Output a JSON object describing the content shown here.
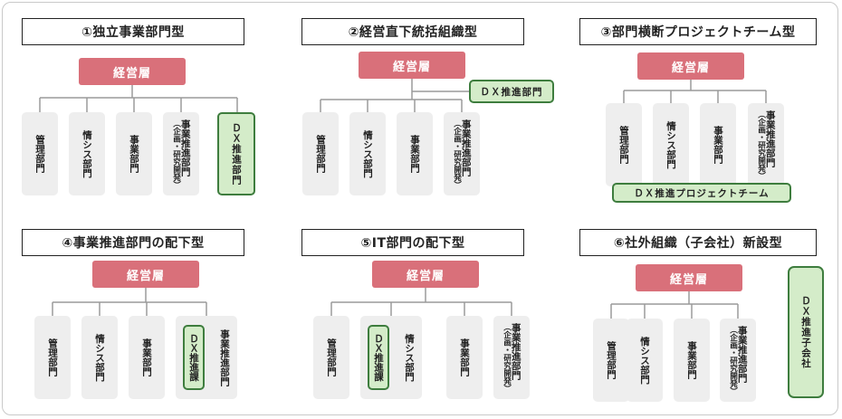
{
  "panels": [
    {
      "title": "①独立事業部門型",
      "mgmt": "経営層",
      "depts": [
        "管理部門",
        "情シス部門",
        "事業部門"
      ],
      "promo": {
        "main": "事業推進部門",
        "sub": "（企画・研究開発）"
      },
      "dx": "ＤＸ推進部門"
    },
    {
      "title": "②経営直下統括組織型",
      "mgmt": "経営層",
      "depts": [
        "管理部門",
        "情シス部門",
        "事業部門"
      ],
      "promo": {
        "main": "事業推進部門",
        "sub": "（企画・研究開発）"
      },
      "dx": "ＤＸ推進部門"
    },
    {
      "title": "③部門横断プロジェクトチーム型",
      "mgmt": "経営層",
      "depts": [
        "管理部門",
        "情シス部門",
        "事業部門"
      ],
      "promo": {
        "main": "事業推進部門",
        "sub": "（企画・研究開発）"
      },
      "dx": "ＤＸ推進プロジェクトチーム"
    },
    {
      "title": "④事業推進部門の配下型",
      "mgmt": "経営層",
      "depts": [
        "管理部門",
        "情シス部門",
        "事業部門"
      ],
      "promo": {
        "main": "事業推進部門"
      },
      "dx": "ＤＸ推進課"
    },
    {
      "title": "⑤IT部門の配下型",
      "mgmt": "経営層",
      "depts": [
        "管理部門",
        "情シス部門",
        "事業部門"
      ],
      "promo": {
        "main": "事業推進部門",
        "sub": "（企画・研究開発）"
      },
      "dx": "ＤＸ推進課"
    },
    {
      "title": "⑥社外組織（子会社）新設型",
      "mgmt": "経営層",
      "depts": [
        "管理部門",
        "情シス部門",
        "事業部門"
      ],
      "promo": {
        "main": "事業推進部門",
        "sub": "（企画・研究開発）"
      },
      "dx": "ＤＸ推進子会社"
    }
  ],
  "colors": {
    "mgmt": "#d9707a",
    "dept": "#eeeeee",
    "dx_fill": "#d4ecc9",
    "dx_border": "#3e7d3e",
    "line": "#9a9a9a"
  }
}
